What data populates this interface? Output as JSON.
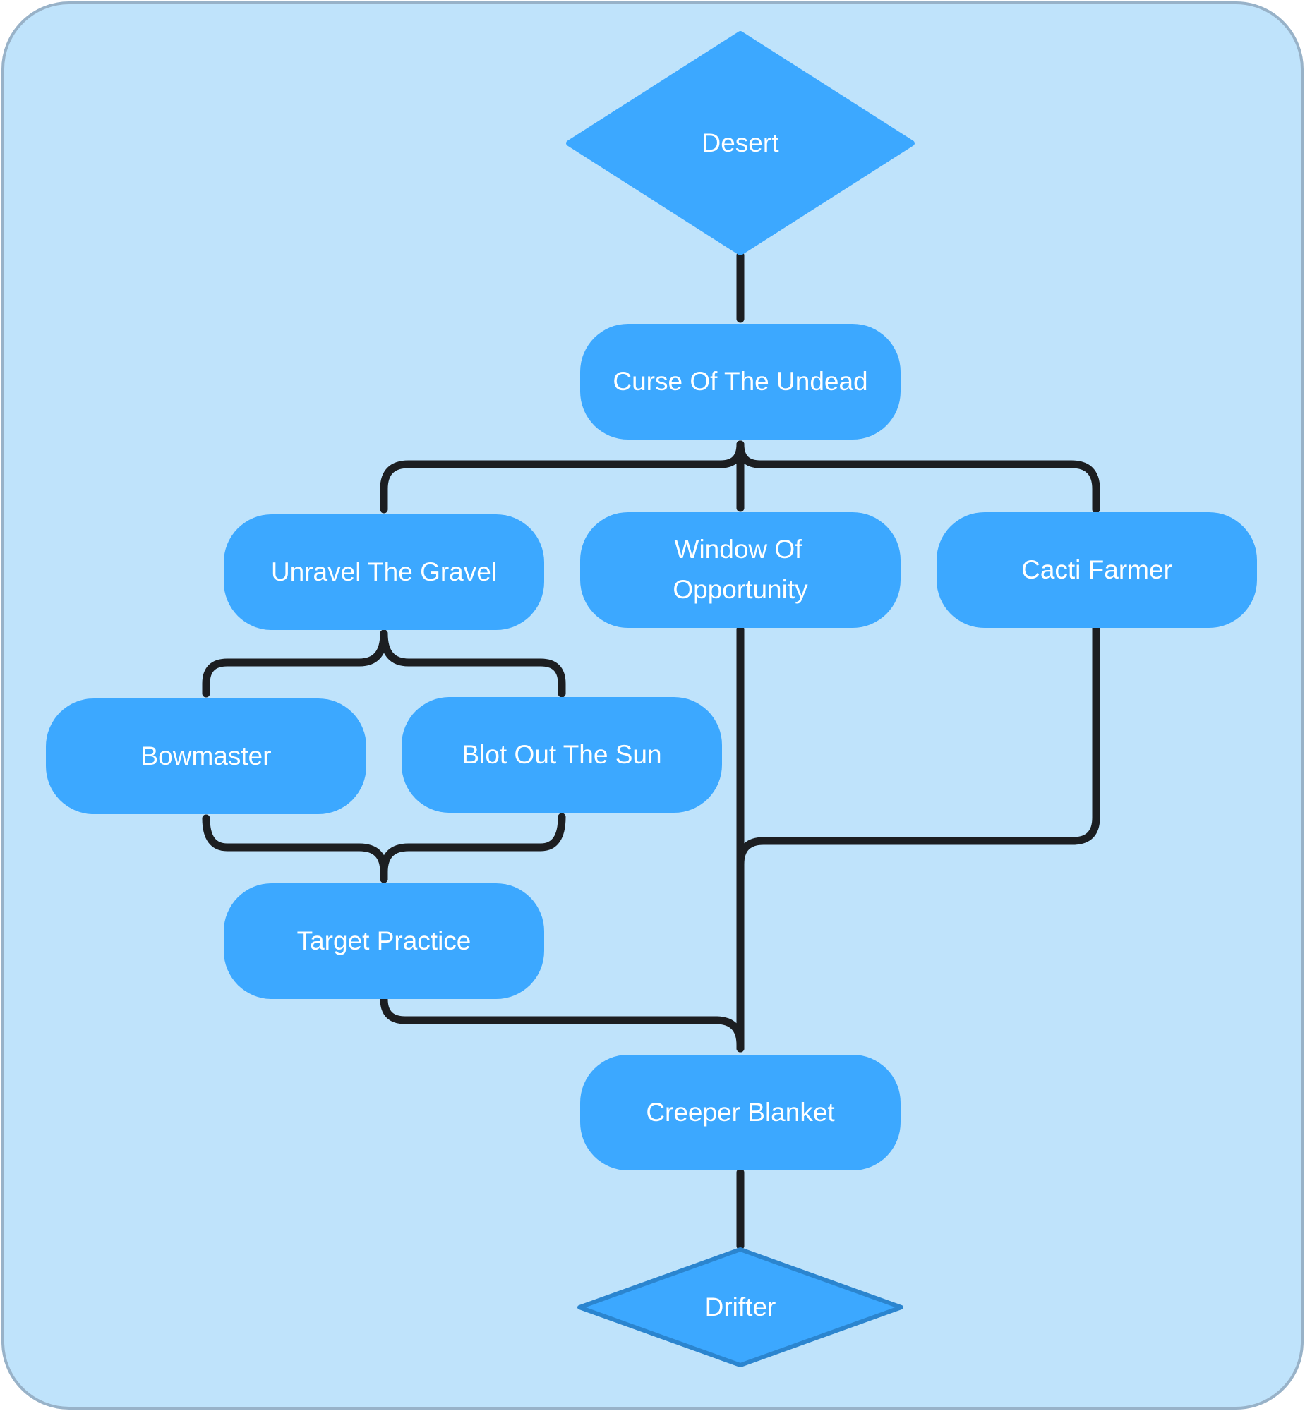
{
  "nodes": {
    "desert": "Desert",
    "curse_of_the_undead": "Curse Of The Undead",
    "unravel_the_gravel": "Unravel The Gravel",
    "window_of_opportunity": [
      "Window Of",
      "Opportunity"
    ],
    "cacti_farmer": "Cacti Farmer",
    "bowmaster": "Bowmaster",
    "blot_out_the_sun": "Blot Out The Sun",
    "target_practice": "Target Practice",
    "creeper_blanket": "Creeper Blanket",
    "drifter": "Drifter"
  },
  "colors": {
    "background": "#bfe3fb",
    "frame_border": "#98b2c8",
    "node_fill": "#3ca8ff",
    "node_text": "#ffffff",
    "connector": "#1c1e21"
  }
}
